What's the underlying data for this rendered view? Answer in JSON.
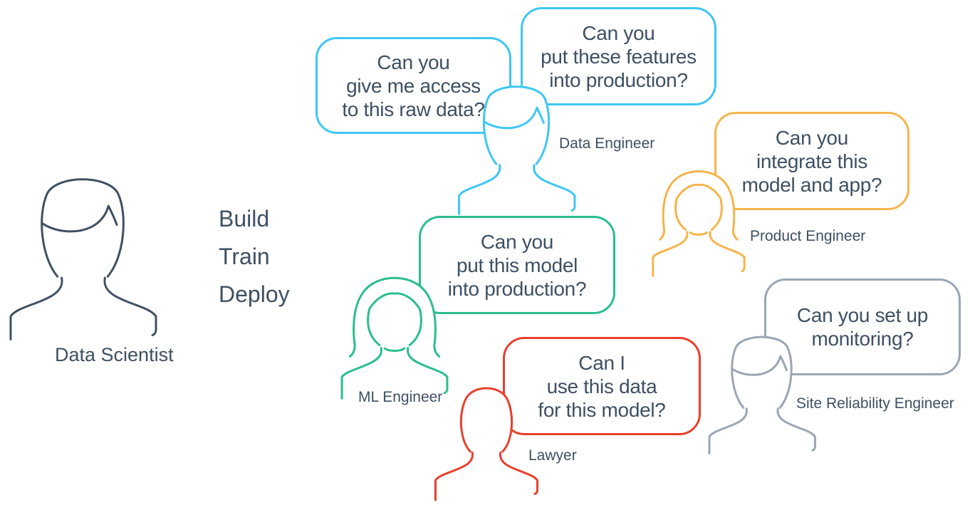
{
  "palette": {
    "background": "#FFFFFF",
    "text": "#3E5063",
    "data_scientist": "#3E5063",
    "data_engineer": "#3EC6F5",
    "ml_engineer": "#2ABE8C",
    "product_engineer": "#F4B54C",
    "lawyer": "#E8402C",
    "site_reliability_engineer": "#9BA6B2",
    "checkmark": "#2ABE8C"
  },
  "data_scientist": {
    "label": "Data Scientist",
    "checklist": [
      "Build",
      "Train",
      "Deploy"
    ]
  },
  "people": [
    {
      "role": "Data Engineer",
      "color": "#3EC6F5",
      "figure": "male",
      "bubbles": [
        {
          "lines": [
            "Can you",
            "give me access",
            "to this raw data?"
          ]
        },
        {
          "lines": [
            "Can you",
            "put these features",
            "into production?"
          ]
        }
      ]
    },
    {
      "role": "Product Engineer",
      "color": "#F4B54C",
      "figure": "female",
      "bubbles": [
        {
          "lines": [
            "Can you",
            "integrate this",
            "model and app?"
          ]
        }
      ]
    },
    {
      "role": "ML Engineer",
      "color": "#2ABE8C",
      "figure": "female",
      "bubbles": [
        {
          "lines": [
            "Can you",
            "put this model",
            "into production?"
          ]
        }
      ]
    },
    {
      "role": "Lawyer",
      "color": "#E8402C",
      "figure": "bald",
      "bubbles": [
        {
          "lines": [
            "Can I",
            "use this data",
            "for this model?"
          ]
        }
      ]
    },
    {
      "role": "Site Reliability Engineer",
      "color": "#9BA6B2",
      "figure": "male",
      "bubbles": [
        {
          "lines": [
            "Can you set up",
            "monitoring?"
          ]
        }
      ]
    }
  ]
}
